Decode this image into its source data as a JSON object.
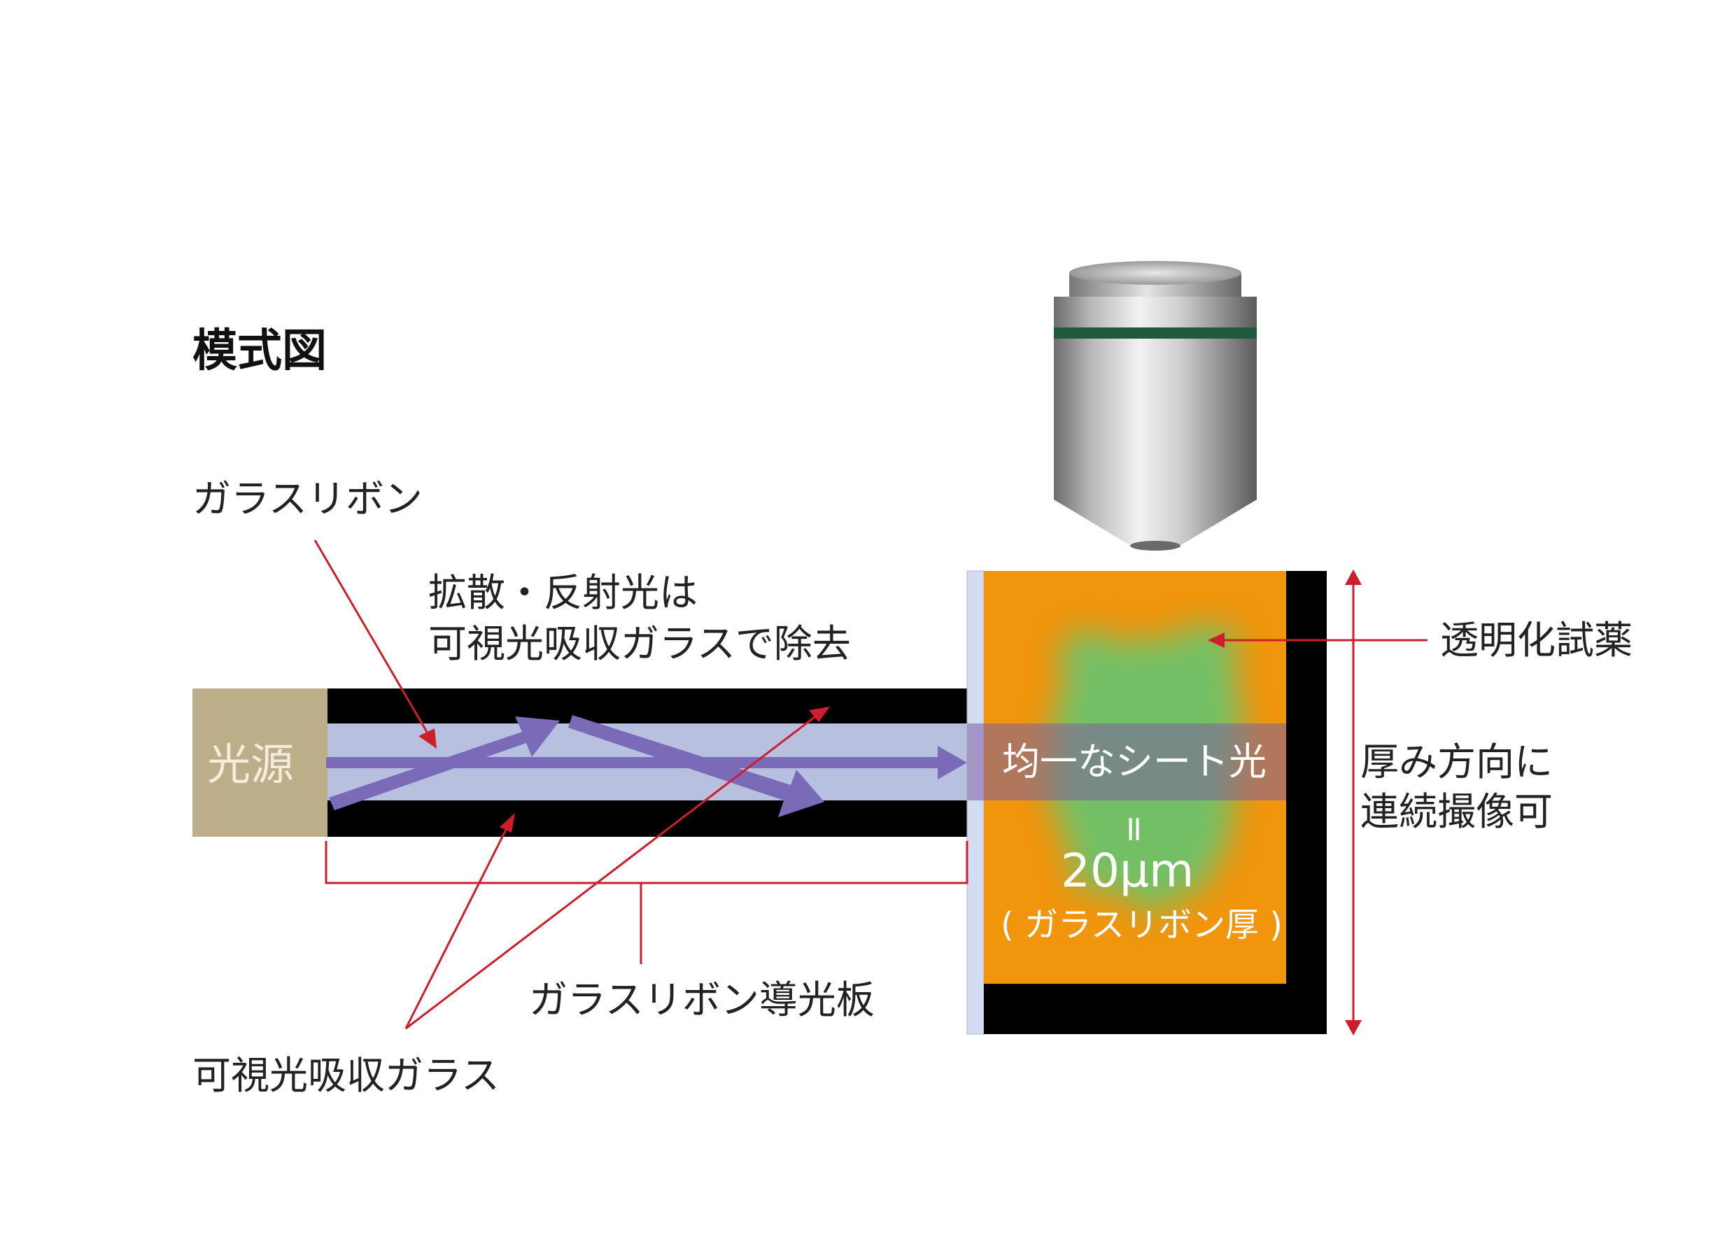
{
  "title": "模式図",
  "labels": {
    "glass_ribbon": "ガラスリボン",
    "diffuse_line1": "拡散・反射光は",
    "diffuse_line2": "可視光吸収ガラスで除去",
    "light_source": "光源",
    "sheet_light": "均一なシート光",
    "equals": "=",
    "thickness": "20μm",
    "thickness_note": "( ガラスリボン厚 )",
    "light_guide": "ガラスリボン導光板",
    "absorb_glass": "可視光吸収ガラス",
    "reagent": "透明化試薬",
    "scan_line1": "厚み方向に",
    "scan_line2": "連続撮像可"
  },
  "colors": {
    "source": "#bcae89",
    "absorbing_glass": "#000000",
    "ribbon": "#b8c0e0",
    "ray": "#7a6ab8",
    "sample": "#f0950c",
    "cells": "#6cc26a",
    "pointer": "#cc1f2b",
    "slide": "#d2dcf2"
  }
}
